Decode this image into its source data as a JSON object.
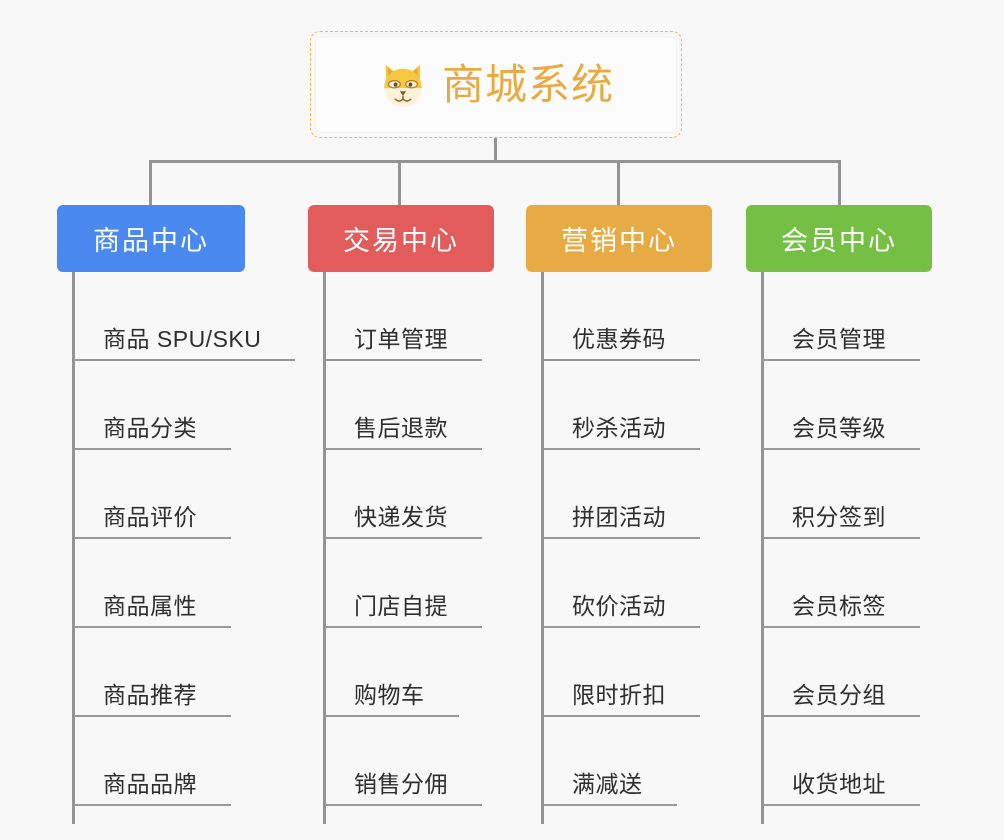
{
  "root": {
    "title": "商城系统",
    "icon": "shiba-dog-icon",
    "title_color": "#e8ab43",
    "border_color": "#f0b84a"
  },
  "connector_color": "#949494",
  "columns": [
    {
      "id": "product-center",
      "label": "商品中心",
      "color": "#4a89ef",
      "items": [
        "商品 SPU/SKU",
        "商品分类",
        "商品评价",
        "商品属性",
        "商品推荐",
        "商品品牌"
      ]
    },
    {
      "id": "trade-center",
      "label": "交易中心",
      "color": "#e25c5c",
      "items": [
        "订单管理",
        "售后退款",
        "快递发货",
        "门店自提",
        "购物车",
        "销售分佣"
      ]
    },
    {
      "id": "marketing-center",
      "label": "营销中心",
      "color": "#e8ab43",
      "items": [
        "优惠券码",
        "秒杀活动",
        "拼团活动",
        "砍价活动",
        "限时折扣",
        "满减送"
      ]
    },
    {
      "id": "member-center",
      "label": "会员中心",
      "color": "#75c044",
      "items": [
        "会员管理",
        "会员等级",
        "积分签到",
        "会员标签",
        "会员分组",
        "收货地址"
      ]
    }
  ]
}
